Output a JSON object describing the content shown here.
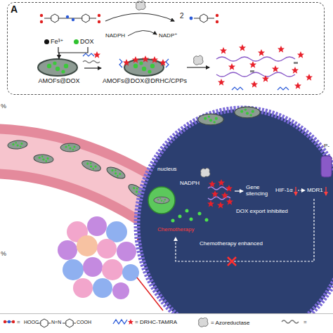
{
  "diagram": {
    "nodes": [
      {
        "text": [
          "A"
        ]
      },
      {
        "text": [
          "Fe³⁺"
        ],
        "in": 0
      },
      {
        "text": [
          "DOX"
        ],
        "in": 0
      },
      {
        "text": [
          "AMOFs@DOX"
        ],
        "in": 0
      },
      {
        "text": [
          "AMOFs@DOX@DRHC/CPPs"
        ],
        "in": 0
      }
    ],
    "edges": [
      {
        "from": 1,
        "to": 3,
        "arrow": "to"
      },
      {
        "from": 2,
        "to": 3,
        "arrow": "to"
      },
      {
        "from": 3,
        "to": 4,
        "arrow": "to"
      }
    ],
    "labels": [
      "2",
      "NADPH",
      "NADP⁺",
      "%",
      "P-",
      "nucleus",
      "NADPH",
      "Gene silencing",
      "HIF-1α",
      "MDR1",
      "DOX export inhibited",
      "Chemotherapy",
      "Chemotherapy enhanced",
      "%",
      "HOOC",
      "N=N",
      "COOH"
    ],
    "legend": [
      {
        "text": "="
      },
      {
        "text": "= DRHC-TAMRA"
      },
      {
        "text": "= Azoreductase"
      },
      {
        "text": "="
      }
    ]
  }
}
